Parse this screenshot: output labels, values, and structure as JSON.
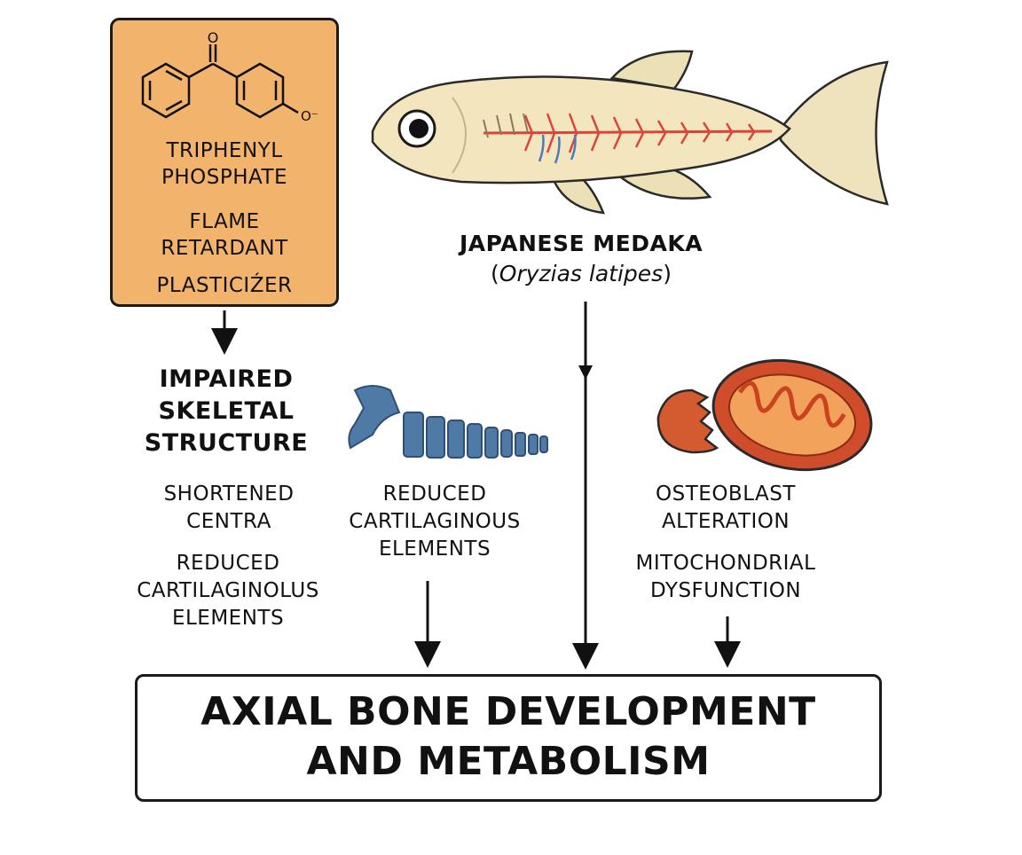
{
  "chemical": {
    "name_lines": [
      "TRIPHENYL",
      "PHOSPHATE"
    ],
    "use_lines_1": [
      "FLAME",
      "RETARDANT"
    ],
    "use_line_2": "PLASTICIŹER",
    "structure_charge": "O⁻",
    "carbonyl_label": "O",
    "box_color": "#f2b46d"
  },
  "species": {
    "common_name": "JAPANESE MEDAKA",
    "open_paren": "(",
    "latin_name": "Oryzias latipes",
    "close_paren": ")"
  },
  "effects": {
    "left": {
      "heading": [
        "IMPAIRED",
        "SKELETAL",
        "STRUCTURE"
      ],
      "item_1": [
        "SHORTENED",
        "CENTRA"
      ],
      "item_2": [
        "REDUCED",
        "CARTILAGINOLUS",
        "ELEMENTS"
      ]
    },
    "middle": {
      "label": [
        "REDUCED",
        "CARTILAGINOUS",
        "ELEMENTS"
      ],
      "icon": "vertebral-column-icon",
      "icon_color": "#4f7aa5"
    },
    "right": {
      "item_1": [
        "OSTEOBLAST",
        "ALTERATION"
      ],
      "item_2": [
        "MITOCHONDRIAL",
        "DYSFUNCTION"
      ],
      "icon": "mitochondria-icon",
      "icon_color": "#d45a2f"
    }
  },
  "outcome": {
    "lines": [
      "AXIAL BONE DEVELOPMENT",
      "AND METABOLISM"
    ]
  }
}
